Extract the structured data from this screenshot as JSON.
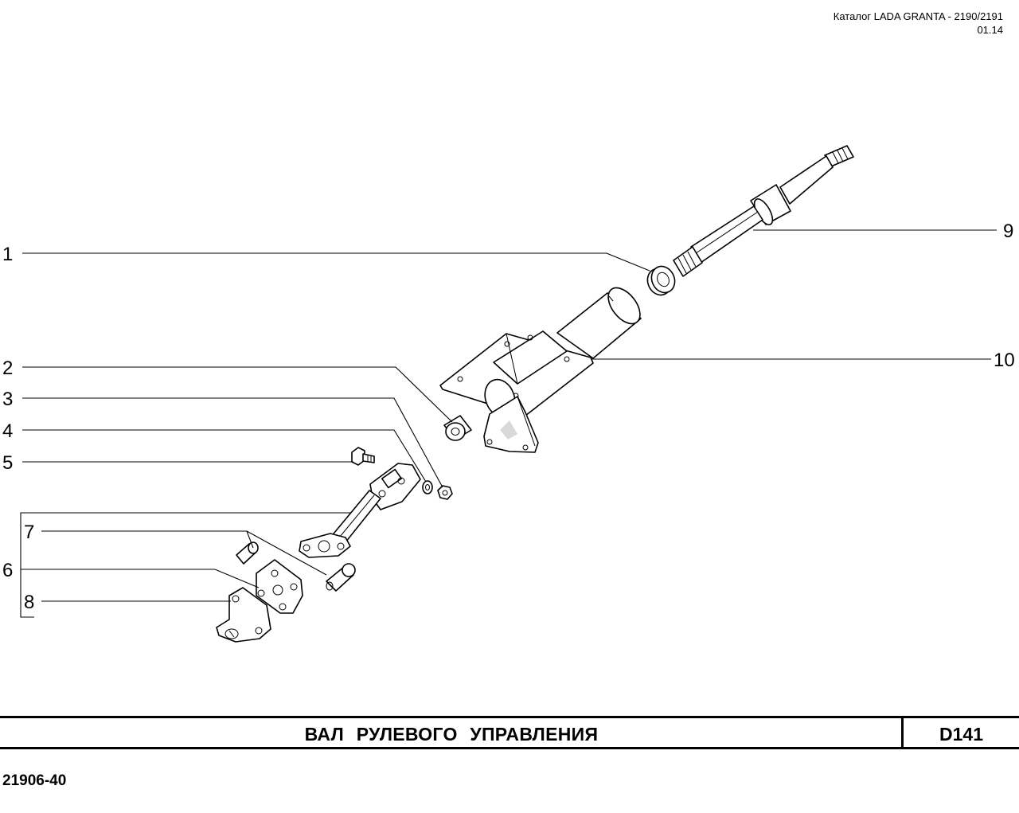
{
  "header": {
    "catalog_line": "Каталог  LADA  GRANTA - 2190/2191",
    "edition": "01.14"
  },
  "diagram": {
    "callouts": [
      "1",
      "2",
      "3",
      "4",
      "5",
      "6",
      "7",
      "8",
      "9",
      "10"
    ]
  },
  "footer": {
    "title": "ВАЛ   РУЛЕВОГО   УПРАВЛЕНИЯ",
    "page_code": "D141",
    "doc_number": "21906-40"
  }
}
